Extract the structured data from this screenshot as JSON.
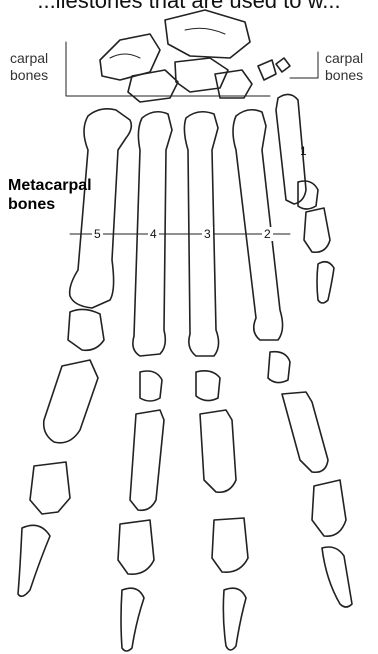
{
  "header_text": "...ilestones that are used to w...",
  "labels": {
    "carpal_left_line1": "carpal",
    "carpal_left_line2": "bones",
    "carpal_right_line1": "carpal",
    "carpal_right_line2": "bones",
    "metacarpal_line1": "Metacarpal",
    "metacarpal_line2": "bones"
  },
  "digit_numbers": [
    "5",
    "4",
    "3",
    "2",
    "1"
  ],
  "colors": {
    "line": "#222222",
    "background": "#ffffff"
  }
}
